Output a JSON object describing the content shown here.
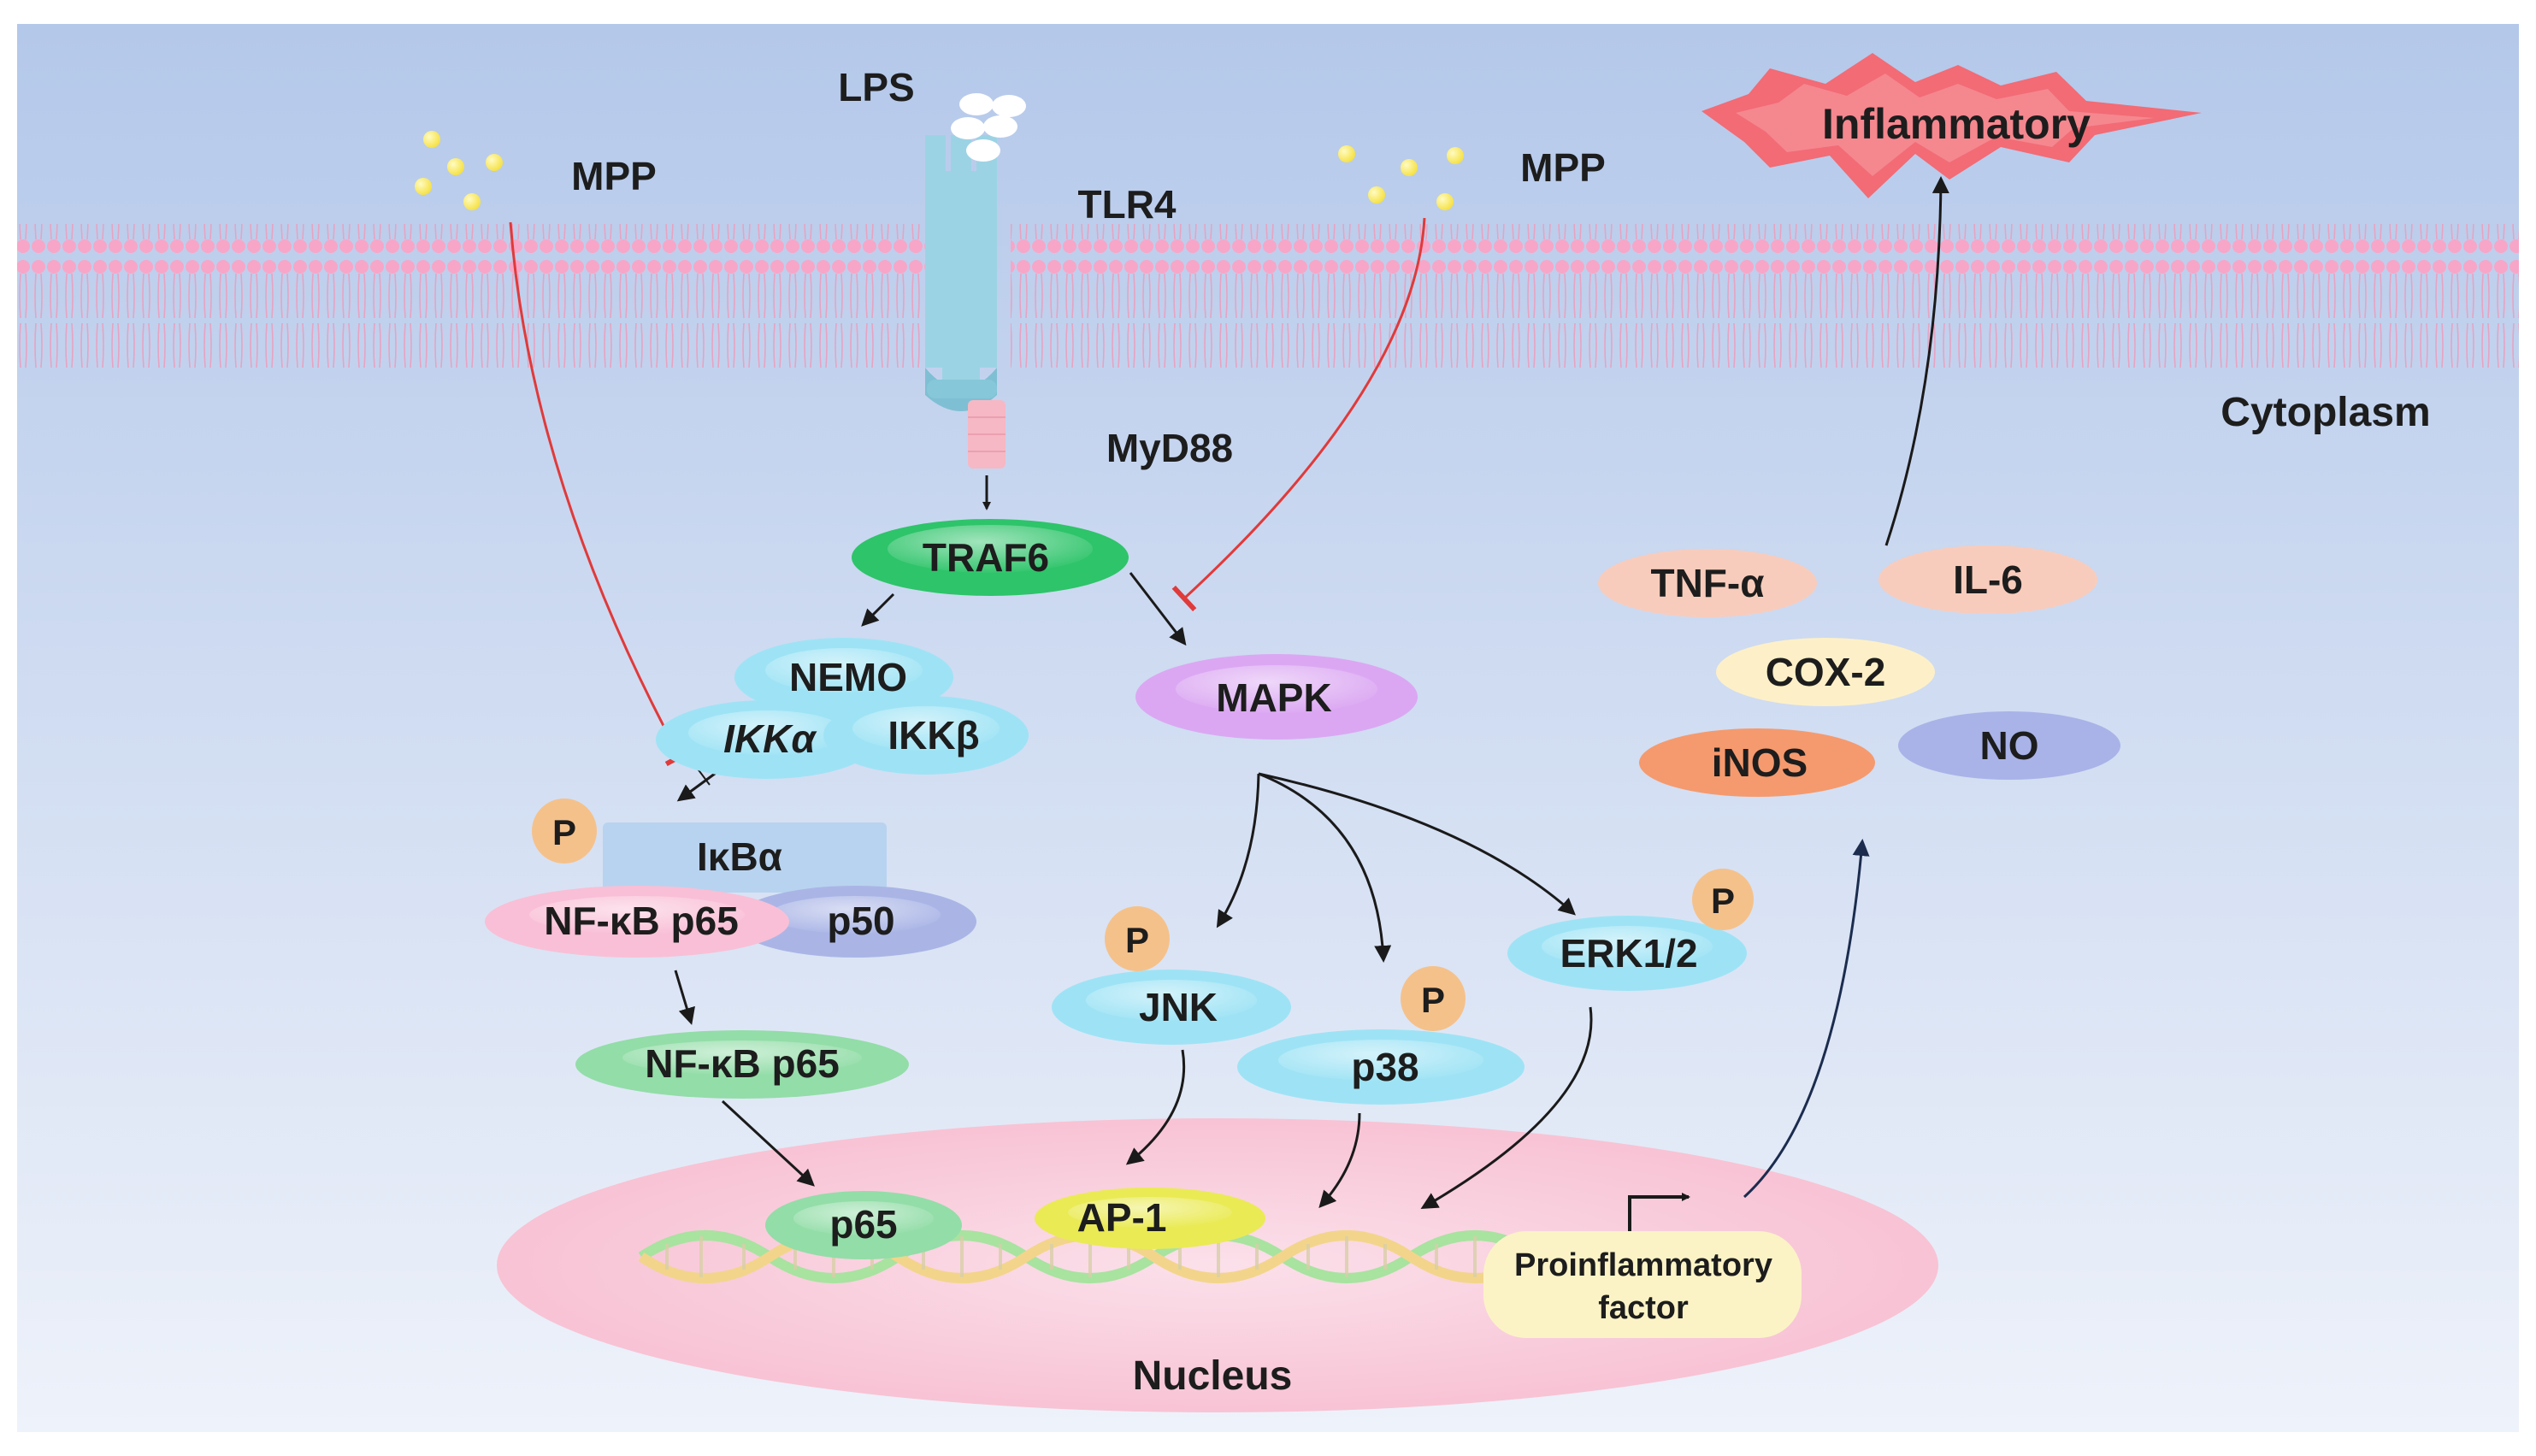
{
  "labels": {
    "lps": "LPS",
    "mpp_left": "MPP",
    "mpp_right": "MPP",
    "tlr4": "TLR4",
    "myd88": "MyD88",
    "cytoplasm": "Cytoplasm",
    "inflammatory": "Inflammatory",
    "traf6": "TRAF6",
    "nemo": "NEMO",
    "ikka": "IKKα",
    "ikkb": "IKKβ",
    "ikba": "IκBα",
    "nfkb_p65": "NF-κB p65",
    "p50": "p50",
    "nfkb_p65_free": "NF-κB p65",
    "mapk": "MAPK",
    "jnk": "JNK",
    "p38": "p38",
    "erk": "ERK1/2",
    "p65_nuc": "p65",
    "ap1": "AP-1",
    "proinflam_1": "Proinflammatory",
    "proinflam_2": "factor",
    "nucleus": "Nucleus",
    "tnfa": "TNF-α",
    "il6": "IL-6",
    "cox2": "COX-2",
    "inos": "iNOS",
    "no": "NO",
    "phos": "P"
  },
  "colors": {
    "background_top": "#b4c8ea",
    "background_bottom": "#eef2fa",
    "membrane_head": "#f7a6c8",
    "membrane_tail": "#f2b4cf",
    "receptor": "#9cd3e4",
    "myd88": "#f6b8c4",
    "traf6": "#2ec46a",
    "light_blue_protein": "#9ee3f5",
    "ikba_box": "#b8d3ef",
    "nfkb_p65": "#f9bfd6",
    "p50": "#aab5e6",
    "nfkb_green": "#93dda8",
    "mapk": "#dba7f2",
    "phos": "#f5c18a",
    "nucleus": "#f7bdd0",
    "ap1": "#eaea55",
    "proinflam_box": "#fbf3c6",
    "inflammatory_burst": "#f26b75",
    "tnfa": "#f8ccbc",
    "il6": "#f8ccbc",
    "cox2": "#fdf0c8",
    "inos": "#f59a6e",
    "no": "#a9b3e8",
    "inhibit_line": "#e03a3a",
    "mpp_particle": "#f5e040",
    "dna_strand_a": "#a8e3a0",
    "dna_strand_b": "#f2d58a"
  }
}
